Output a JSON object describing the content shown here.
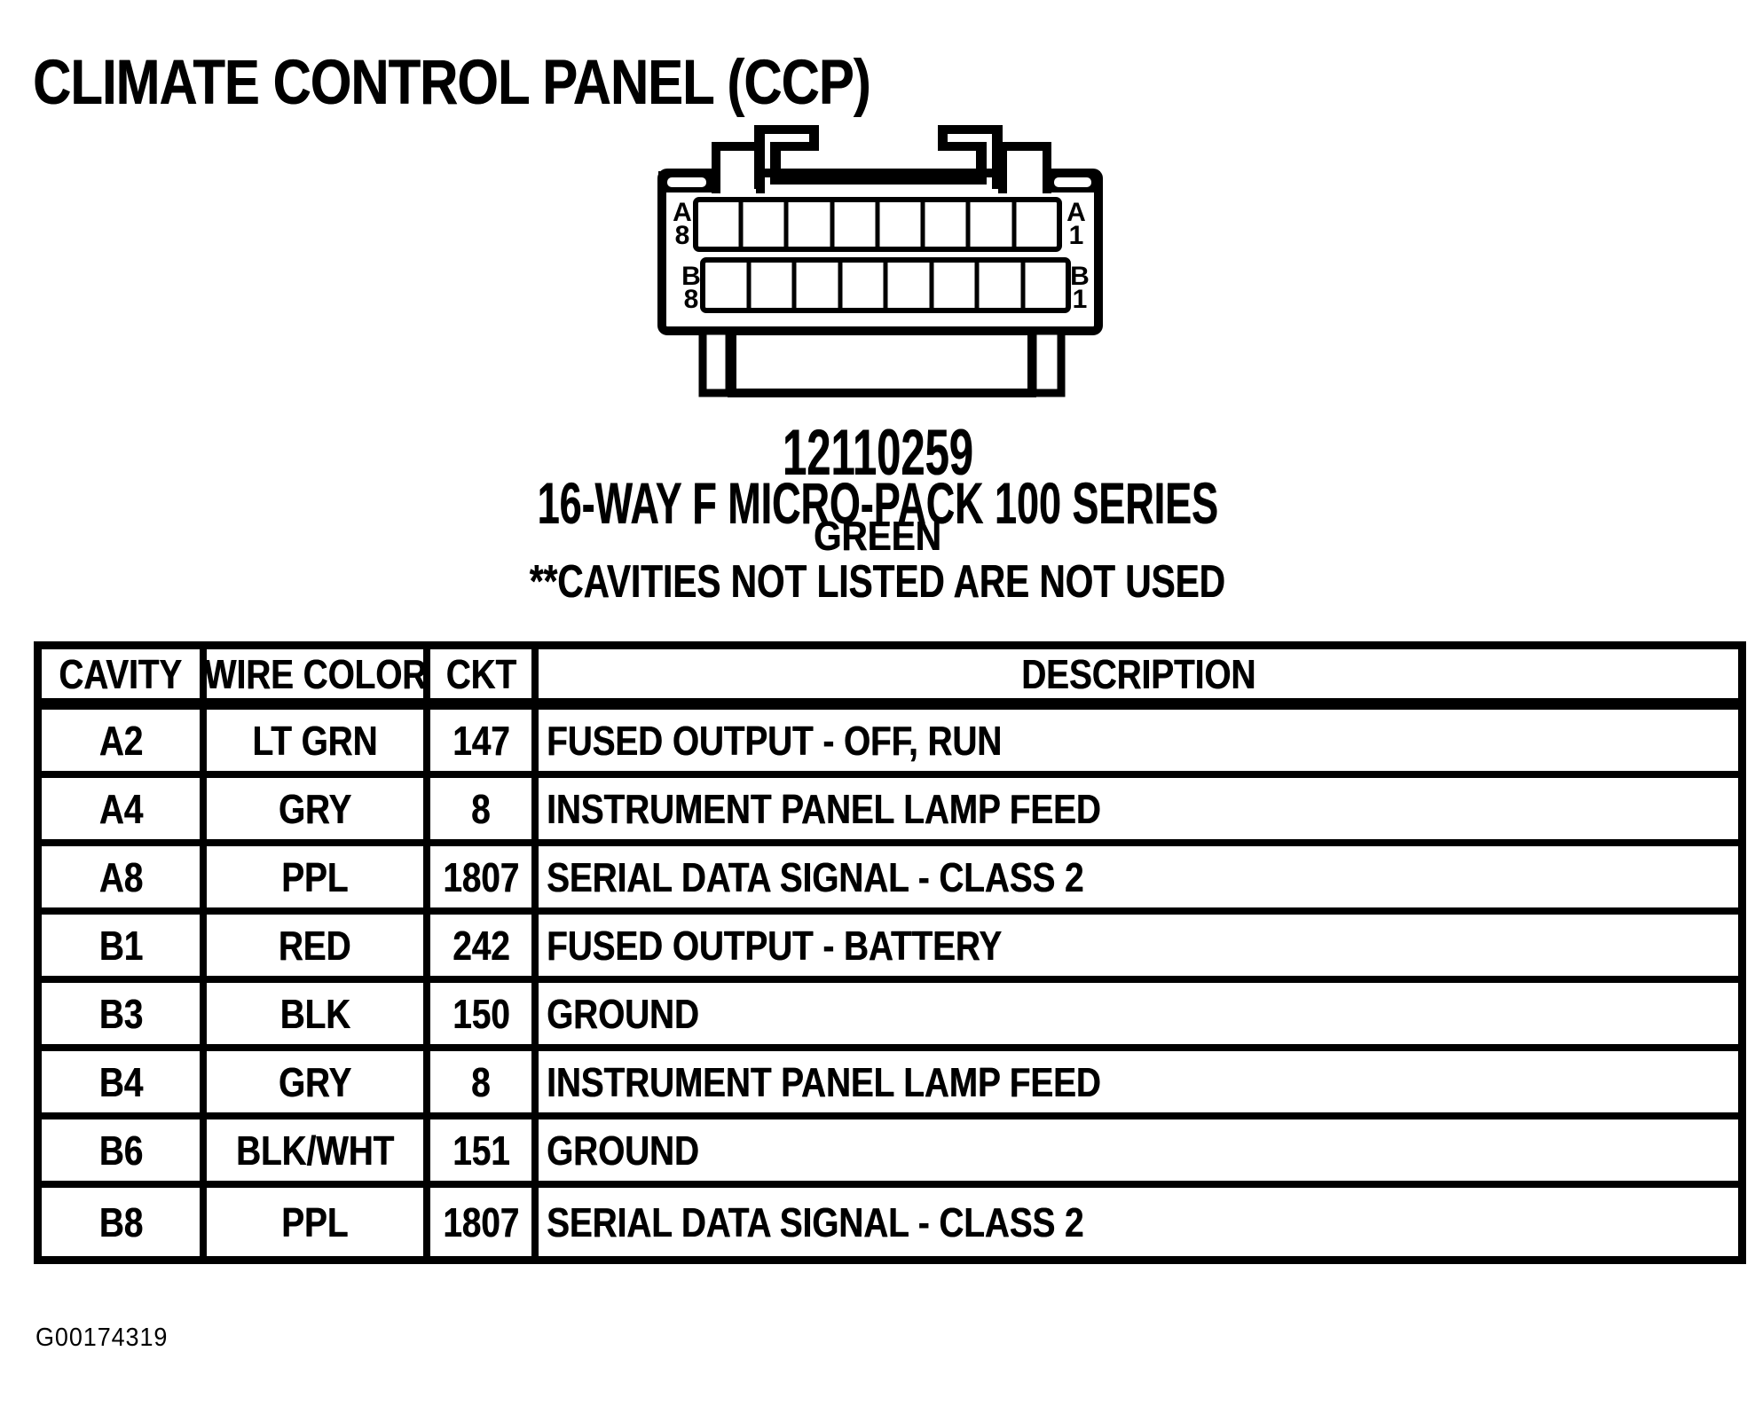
{
  "document": {
    "title": "CLIMATE CONTROL PANEL (CCP)",
    "figure_code": "G00174319"
  },
  "connector": {
    "part_number": "12110259",
    "name": "16-WAY F MICRO-PACK 100 SERIES",
    "color": "GREEN",
    "note": "**CAVITIES NOT LISTED ARE NOT USED",
    "pins_per_row": 8,
    "pin_rows": [
      {
        "row": "A",
        "left_letter": "A",
        "left_number": "8",
        "right_letter": "A",
        "right_number": "1"
      },
      {
        "row": "B",
        "left_letter": "B",
        "left_number": "8",
        "right_letter": "B",
        "right_number": "1"
      }
    ]
  },
  "pinout_table": {
    "headers": {
      "cavity": "CAVITY",
      "wire_color": "WIRE COLOR",
      "ckt": "CKT",
      "description": "DESCRIPTION"
    },
    "rows": [
      {
        "cavity": "A2",
        "wire_color": "LT GRN",
        "ckt": "147",
        "description": "FUSED OUTPUT - OFF, RUN"
      },
      {
        "cavity": "A4",
        "wire_color": "GRY",
        "ckt": "8",
        "description": "INSTRUMENT PANEL LAMP FEED"
      },
      {
        "cavity": "A8",
        "wire_color": "PPL",
        "ckt": "1807",
        "description": "SERIAL DATA SIGNAL - CLASS 2"
      },
      {
        "cavity": "B1",
        "wire_color": "RED",
        "ckt": "242",
        "description": "FUSED OUTPUT - BATTERY"
      },
      {
        "cavity": "B3",
        "wire_color": "BLK",
        "ckt": "150",
        "description": "GROUND"
      },
      {
        "cavity": "B4",
        "wire_color": "GRY",
        "ckt": "8",
        "description": "INSTRUMENT PANEL LAMP FEED"
      },
      {
        "cavity": "B6",
        "wire_color": "BLK/WHT",
        "ckt": "151",
        "description": "GROUND"
      },
      {
        "cavity": "B8",
        "wire_color": "PPL",
        "ckt": "1807",
        "description": "SERIAL DATA SIGNAL - CLASS 2"
      }
    ]
  },
  "colors": {
    "ink": "#000000",
    "paper": "#ffffff"
  }
}
